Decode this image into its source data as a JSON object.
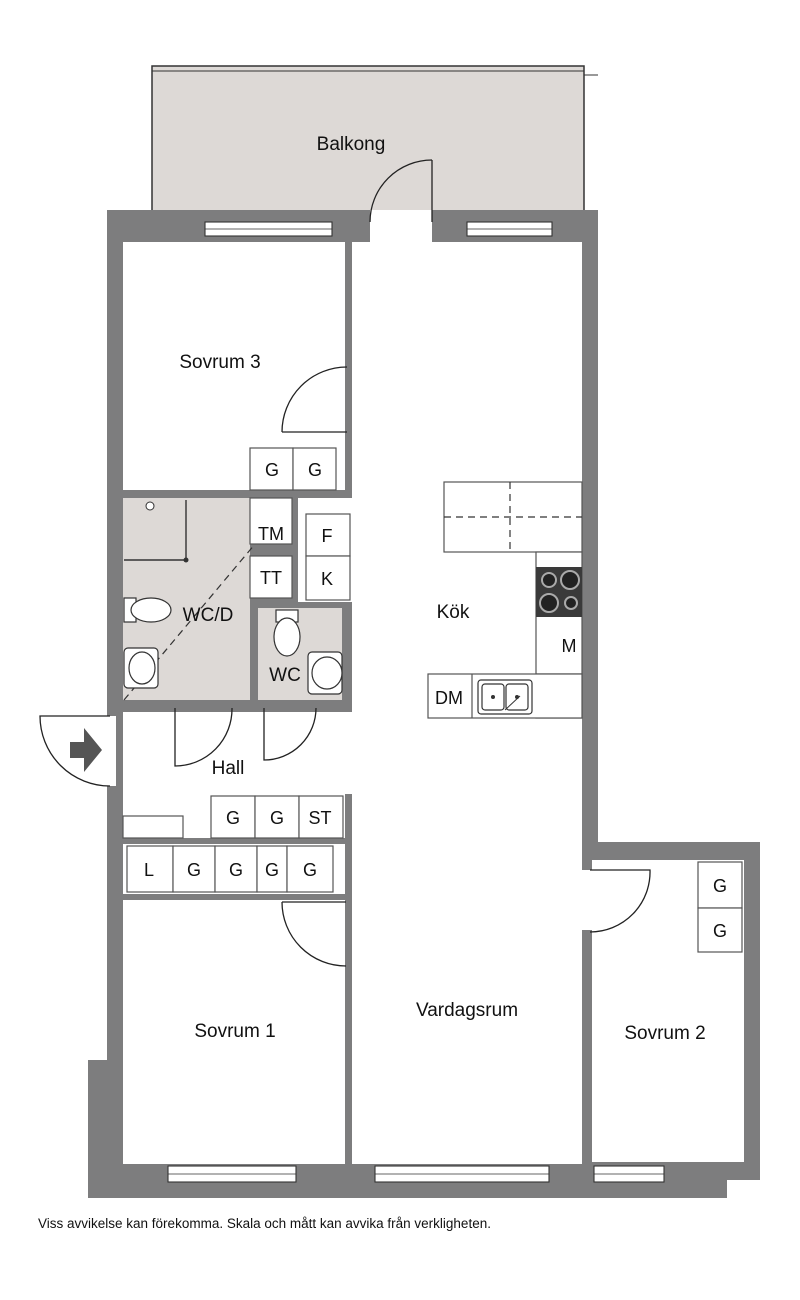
{
  "rooms": {
    "balkong": "Balkong",
    "sovrum3": "Sovrum 3",
    "wc_d": "WC/D",
    "wc": "WC",
    "kok": "Kök",
    "hall": "Hall",
    "sovrum1": "Sovrum 1",
    "vardagsrum": "Vardagsrum",
    "sovrum2": "Sovrum 2"
  },
  "cabinets": {
    "g": "G",
    "tm": "TM",
    "tt": "TT",
    "f": "F",
    "k": "K",
    "m": "M",
    "dm": "DM",
    "st": "ST",
    "l": "L"
  },
  "disclaimer": "Viss avvikelse kan förekomma. Skala och mått kan avvika från verkligheten.",
  "colors": {
    "wall": "#7d7d7e",
    "wet_room": "#ddd9d6",
    "balcony": "#ddd9d6"
  }
}
